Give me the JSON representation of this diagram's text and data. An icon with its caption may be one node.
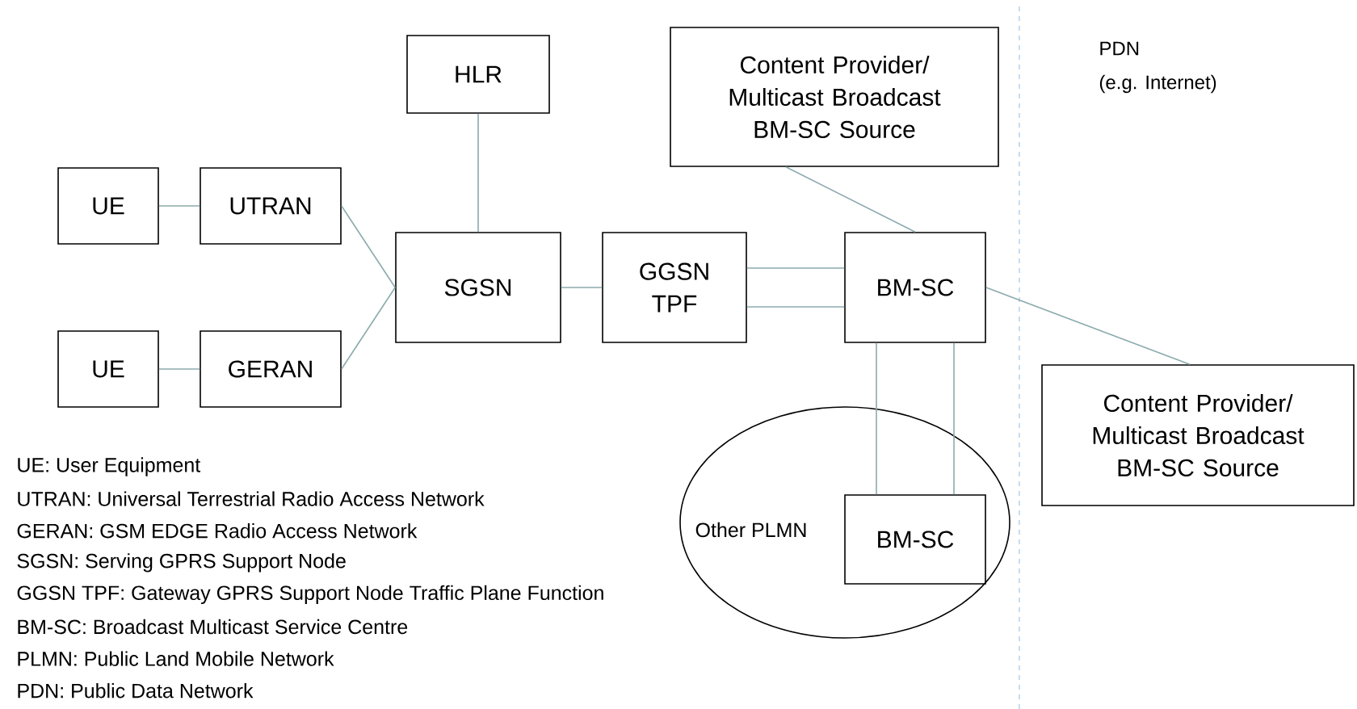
{
  "diagram": {
    "nodes": [
      {
        "text": [
          "UE"
        ]
      },
      {
        "text": [
          "UTRAN"
        ]
      },
      {
        "text": [
          "UE"
        ]
      },
      {
        "text": [
          "GERAN"
        ]
      },
      {
        "text": [
          "HLR"
        ]
      },
      {
        "text": [
          "SGSN"
        ]
      },
      {
        "text": [
          "GGSN TPF"
        ]
      },
      {
        "text": [
          "Content Provider/ Multicast Broadcast BM-SC Source"
        ]
      },
      {
        "text": [
          "BM-SC"
        ]
      },
      {
        "text": [
          "Content Provider/ Multicast Broadcast BM-SC Source"
        ]
      },
      {
        "text": [
          "Other PLMN"
        ]
      },
      {
        "text": [
          "BM-SC"
        ],
        "in": 10
      }
    ],
    "edges": [
      {
        "from": 0,
        "to": 1,
        "arrow": "none"
      },
      {
        "from": 2,
        "to": 3,
        "arrow": "none"
      },
      {
        "from": 1,
        "to": 5,
        "arrow": "none"
      },
      {
        "from": 3,
        "to": 5,
        "arrow": "none"
      },
      {
        "from": 4,
        "to": 5,
        "arrow": "none"
      },
      {
        "from": 5,
        "to": 6,
        "arrow": "none"
      },
      {
        "from": 6,
        "to": 8,
        "arrow": "none"
      },
      {
        "from": 6,
        "to": 8,
        "arrow": "none"
      },
      {
        "from": 7,
        "to": 8,
        "arrow": "none"
      },
      {
        "from": 8,
        "to": 9,
        "arrow": "none"
      },
      {
        "from": 8,
        "to": 11,
        "arrow": "none"
      },
      {
        "from": 8,
        "to": 11,
        "arrow": "none"
      }
    ],
    "labels": [
      "PDN",
      "(e.g. Internet)",
      "UE: User Equipment",
      "UTRAN: Universal Terrestrial Radio Access Network",
      "GERAN: GSM EDGE Radio Access Network",
      "SGSN: Serving GPRS Support Node",
      "GGSN TPF: Gateway GPRS Support Node Traffic Plane Function",
      "BM-SC: Broadcast Multicast Service Centre",
      "PLMN: Public Land Mobile Network",
      "PDN: Public Data Network"
    ]
  }
}
